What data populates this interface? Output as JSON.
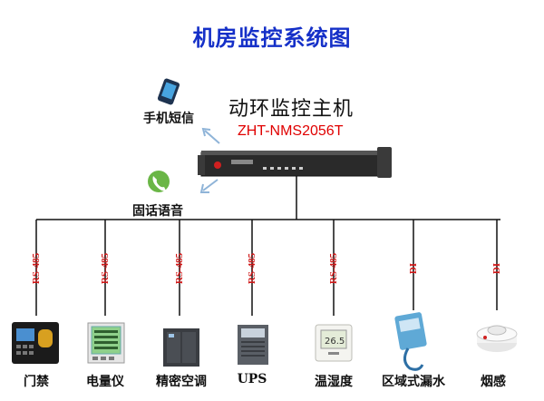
{
  "title": "机房监控系统图",
  "host": {
    "name": "动环监控主机",
    "model": "ZHT-NMS2056T"
  },
  "notifications": [
    {
      "label": "手机短信",
      "icon": "mobile-phone-icon"
    },
    {
      "label": "固话语音",
      "icon": "telephone-icon"
    }
  ],
  "devices": [
    {
      "label": "门禁",
      "protocol": "RS-485",
      "icon": "access-control-terminal-icon"
    },
    {
      "label": "电量仪",
      "protocol": "RS-485",
      "icon": "power-meter-icon"
    },
    {
      "label": "精密空调",
      "protocol": "RS-485",
      "icon": "precision-air-conditioner-icon"
    },
    {
      "label": "UPS",
      "protocol": "RS-485",
      "icon": "ups-cabinet-icon"
    },
    {
      "label": "温湿度",
      "protocol": "RS-485",
      "icon": "temp-humidity-sensor-icon"
    },
    {
      "label": "区域式漏水",
      "protocol": "DI",
      "icon": "water-leak-detector-icon"
    },
    {
      "label": "烟感",
      "protocol": "DI",
      "icon": "smoke-detector-icon"
    }
  ],
  "colors": {
    "title": "#1530c8",
    "model": "#e00000",
    "protocol": "#d01818",
    "arrow": "#8fb4d8"
  }
}
